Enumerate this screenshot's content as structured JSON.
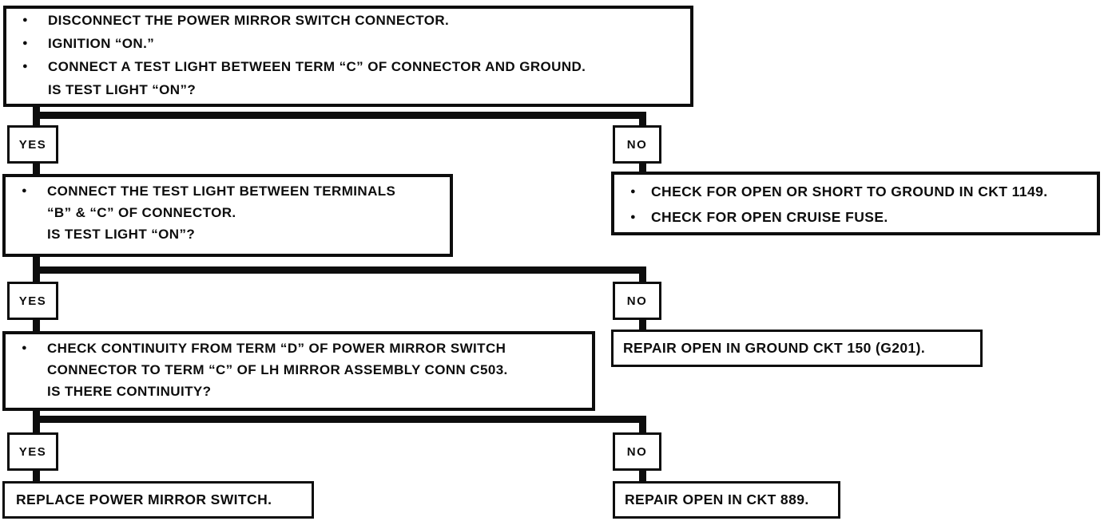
{
  "glyphs": {
    "bullet": "●"
  },
  "labels": {
    "yes": "YES",
    "no": "NO"
  },
  "steps": {
    "step1": {
      "bullets": [
        "DISCONNECT THE POWER MIRROR SWITCH CONNECTOR.",
        "IGNITION “ON.”",
        "CONNECT A TEST LIGHT BETWEEN TERM “C” OF CONNECTOR AND GROUND."
      ],
      "question": "IS TEST LIGHT “ON”?"
    },
    "step2": {
      "bullets": [
        "CONNECT THE TEST LIGHT BETWEEN TERMINALS"
      ],
      "continuations": [
        "“B” & “C” OF CONNECTOR."
      ],
      "question": "IS TEST LIGHT “ON”?"
    },
    "step3": {
      "bullets": [
        "CHECK CONTINUITY FROM TERM “D” OF POWER MIRROR SWITCH"
      ],
      "continuations": [
        "CONNECTOR TO TERM “C” OF LH MIRROR ASSEMBLY CONN C503."
      ],
      "question": "IS THERE CONTINUITY?"
    },
    "no1_actions": {
      "bullets": [
        "CHECK FOR OPEN OR SHORT TO GROUND IN CKT 1149.",
        "CHECK FOR OPEN CRUISE FUSE."
      ]
    },
    "no2_action": "REPAIR OPEN IN GROUND CKT 150 (G201).",
    "yes3_action": "REPLACE POWER MIRROR SWITCH.",
    "no3_action": "REPAIR OPEN IN CKT 889."
  }
}
